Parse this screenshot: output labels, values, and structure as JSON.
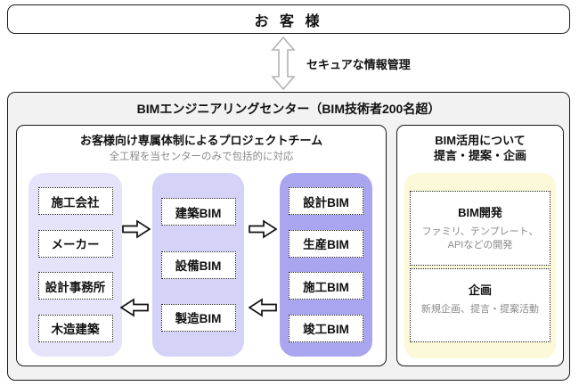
{
  "customer": {
    "label": "お 客 様"
  },
  "secure_link": {
    "label": "セキュアな情報管理"
  },
  "center": {
    "title": "BIMエンジニアリングセンター（BIM技術者200名超）",
    "project_team": {
      "title": "お客様向け専属体制によるプロジェクトチーム",
      "subtitle": "全工程を当センターのみで包括的に対応",
      "partner_boxes": [
        "施工会社",
        "メーカー",
        "設計事務所",
        "木造建築"
      ],
      "process_boxes": [
        "建築BIM",
        "設備BIM",
        "製造BIM"
      ],
      "phase_boxes": [
        "設計BIM",
        "生産BIM",
        "施工BIM",
        "竣工BIM"
      ]
    },
    "proposal_panel": {
      "title_line1": "BIM活用について",
      "title_line2": "提言・提案・企画",
      "sections": [
        {
          "title": "BIM開発",
          "desc": "ファミリ、テンプレート、APIなどの開発"
        },
        {
          "title": "企画",
          "desc": "新規企画、提言・提案活動"
        }
      ]
    }
  },
  "colors": {
    "panel_bg": "#f2f2f2",
    "col_partners": "#e5e3fa",
    "col_middle": "#d4d2f7",
    "col_right": "#a9a5ef",
    "yellow": "#fbf9d8",
    "gray_text": "#8a8a8a"
  }
}
